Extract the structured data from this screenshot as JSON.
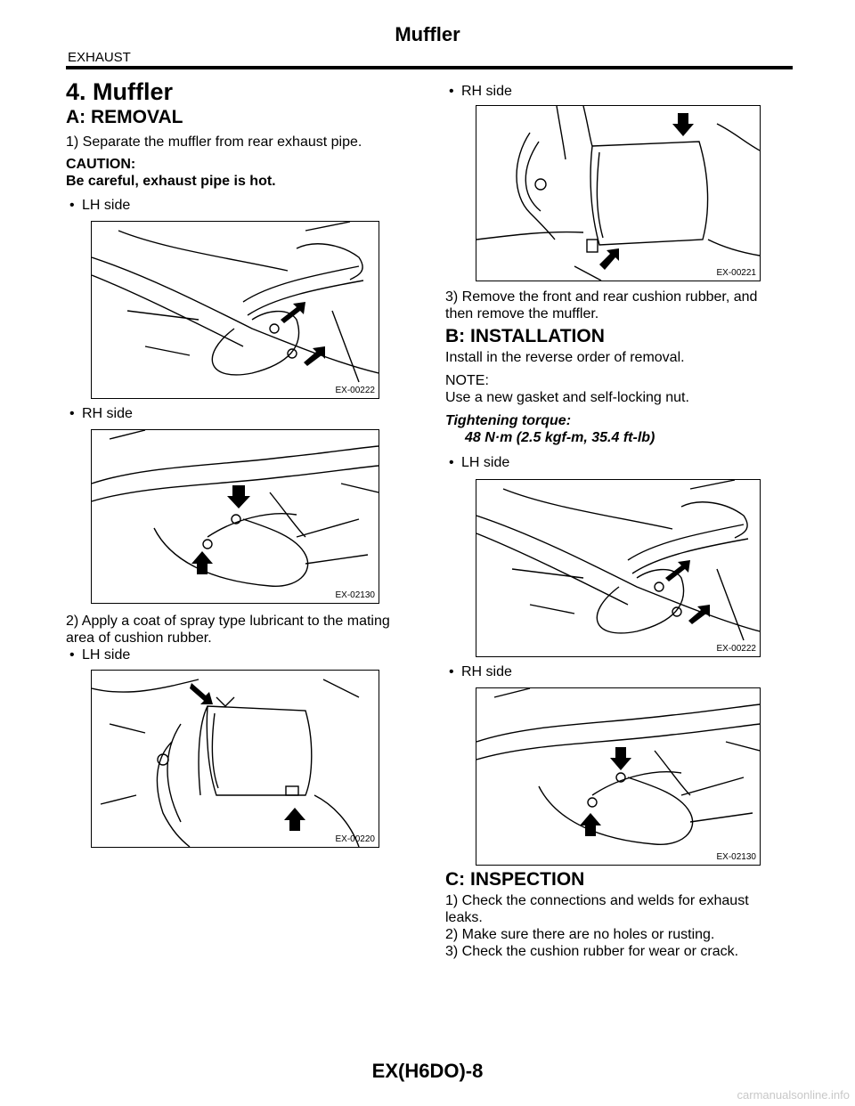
{
  "header": {
    "title": "Muffler",
    "section": "EXHAUST"
  },
  "main_title": "4. Muffler",
  "removal": {
    "title": "A:  REMOVAL",
    "step1": "1) Separate the muffler from rear exhaust pipe.",
    "caution_label": "CAUTION:",
    "caution_text": "Be careful, exhaust pipe is hot.",
    "lh_label": "LH side",
    "fig1_code": "EX-00222",
    "rh_label": "RH side",
    "fig2_code": "EX-02130",
    "step2_line1": "2) Apply a coat of spray type lubricant to the mating",
    "step2_line2": "area of cushion rubber.",
    "lh_label_2": "LH side",
    "fig3_code": "EX-00220",
    "rh_label_2": "RH side",
    "fig4_code": "EX-00221",
    "step3_line1": "3) Remove the front and rear cushion rubber, and",
    "step3_line2": "then remove the muffler."
  },
  "installation": {
    "title": "B:  INSTALLATION",
    "text": "Install in the reverse order of removal.",
    "note_label": "NOTE:",
    "note_text": "Use a new gasket and self-locking nut.",
    "torque_label": "Tightening torque:",
    "torque_value": "48 N·m (2.5 kgf-m, 35.4 ft-lb)",
    "lh_label": "LH side",
    "fig5_code": "EX-00222",
    "rh_label": "RH side",
    "fig6_code": "EX-02130"
  },
  "inspection": {
    "title": "C:  INSPECTION",
    "step1_line1": "1) Check the connections and welds for exhaust",
    "step1_line2": "leaks.",
    "step2": "2) Make sure there are no holes or rusting.",
    "step3": "3) Check the cushion rubber for wear or crack."
  },
  "footer": {
    "page_id": "EX(H6DO)-8"
  },
  "watermark": "carmanualsonline.info"
}
